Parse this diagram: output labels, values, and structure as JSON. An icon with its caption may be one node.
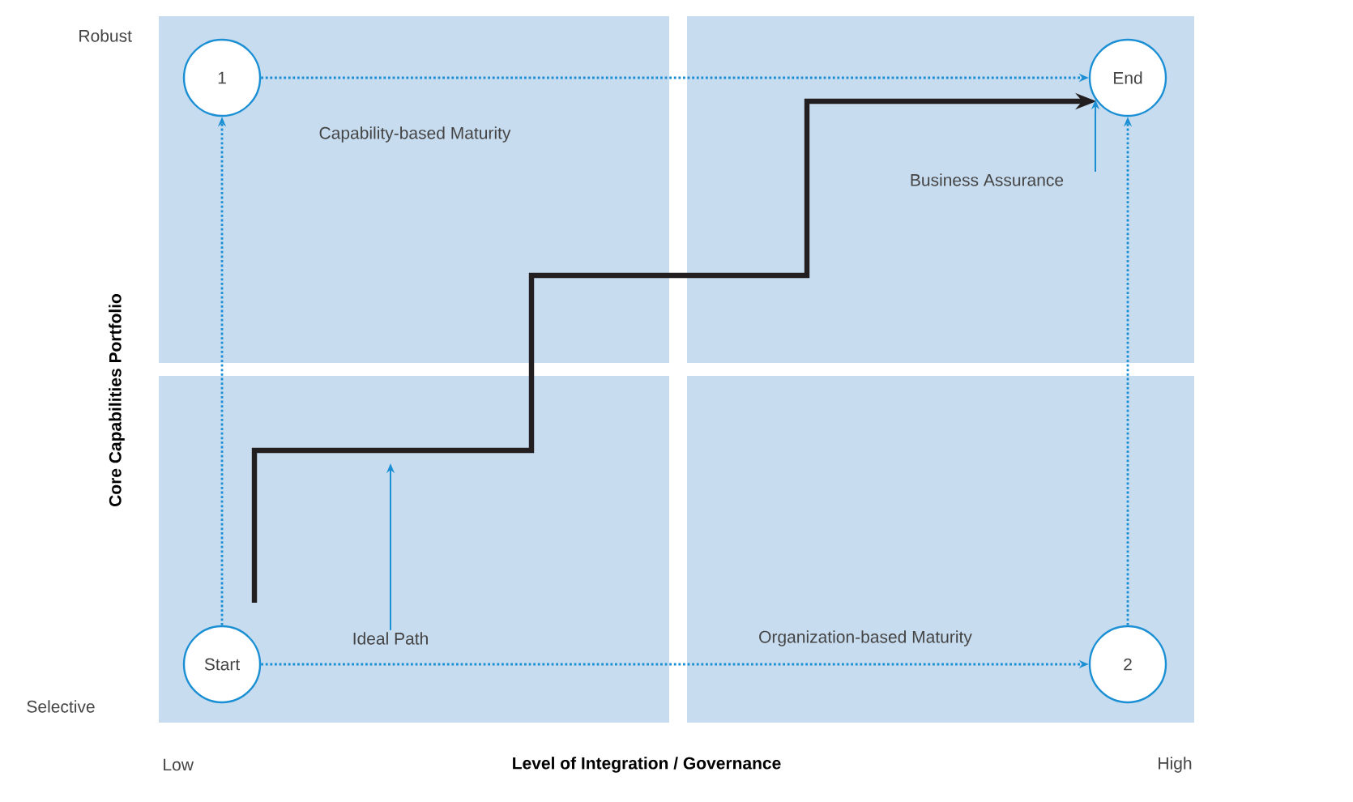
{
  "diagram": {
    "nodes": [
      {
        "text": [
          "1"
        ]
      },
      {
        "text": [
          "End"
        ]
      },
      {
        "text": [
          "Start"
        ]
      },
      {
        "text": [
          "2"
        ]
      },
      {
        "text": [
          "Ideal Path"
        ]
      },
      {
        "text": [
          "Business Assurance"
        ]
      }
    ],
    "edges": [
      {
        "from": 2,
        "to": 0,
        "arrow": "to",
        "style": "dashed"
      },
      {
        "from": 0,
        "to": 1,
        "arrow": "to",
        "style": "dashed",
        "label": "Capability-based Maturity"
      },
      {
        "from": 2,
        "to": 3,
        "arrow": "to",
        "style": "dashed",
        "label": "Organization-based Maturity"
      },
      {
        "from": 3,
        "to": 1,
        "arrow": "to",
        "style": "dashed"
      },
      {
        "from": null,
        "to": 1,
        "arrow": "to",
        "style": "thick",
        "color": "#231f20"
      },
      {
        "from": 4,
        "to": null,
        "arrow": "to"
      },
      {
        "from": 5,
        "to": 1,
        "arrow": "to"
      }
    ],
    "labels": [
      "Robust",
      "Core Capabilities Portfolio",
      "Selective",
      "Low",
      "Level of Integration / Governance",
      "High"
    ]
  }
}
